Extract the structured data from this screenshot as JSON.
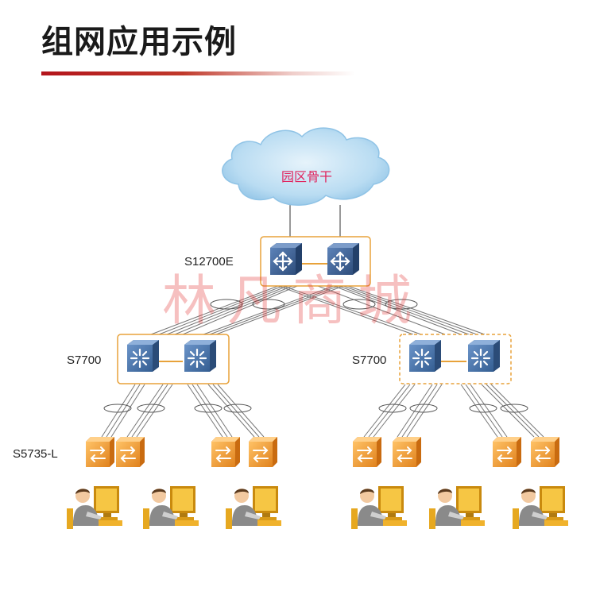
{
  "page": {
    "title": "组网应用示例"
  },
  "diagram": {
    "cloud_label": "园区骨干",
    "core_label": "S12700E",
    "agg_labels": [
      "S7700",
      "S7700"
    ],
    "access_label": "S5735-L",
    "watermark": "林凡商城"
  },
  "colors": {
    "accent": "#b3141b",
    "cloud": "#b9dcf2",
    "core_switch": "#3a5f93",
    "agg_switch": "#3f6ea6",
    "access_switch": "#f2a33a",
    "frame": "#e8a23a",
    "line": "#555555"
  },
  "icons": {
    "core": "router-switch-icon",
    "agg": "core-switch-icon",
    "access": "access-switch-icon",
    "endpoint": "user-workstation-icon"
  }
}
